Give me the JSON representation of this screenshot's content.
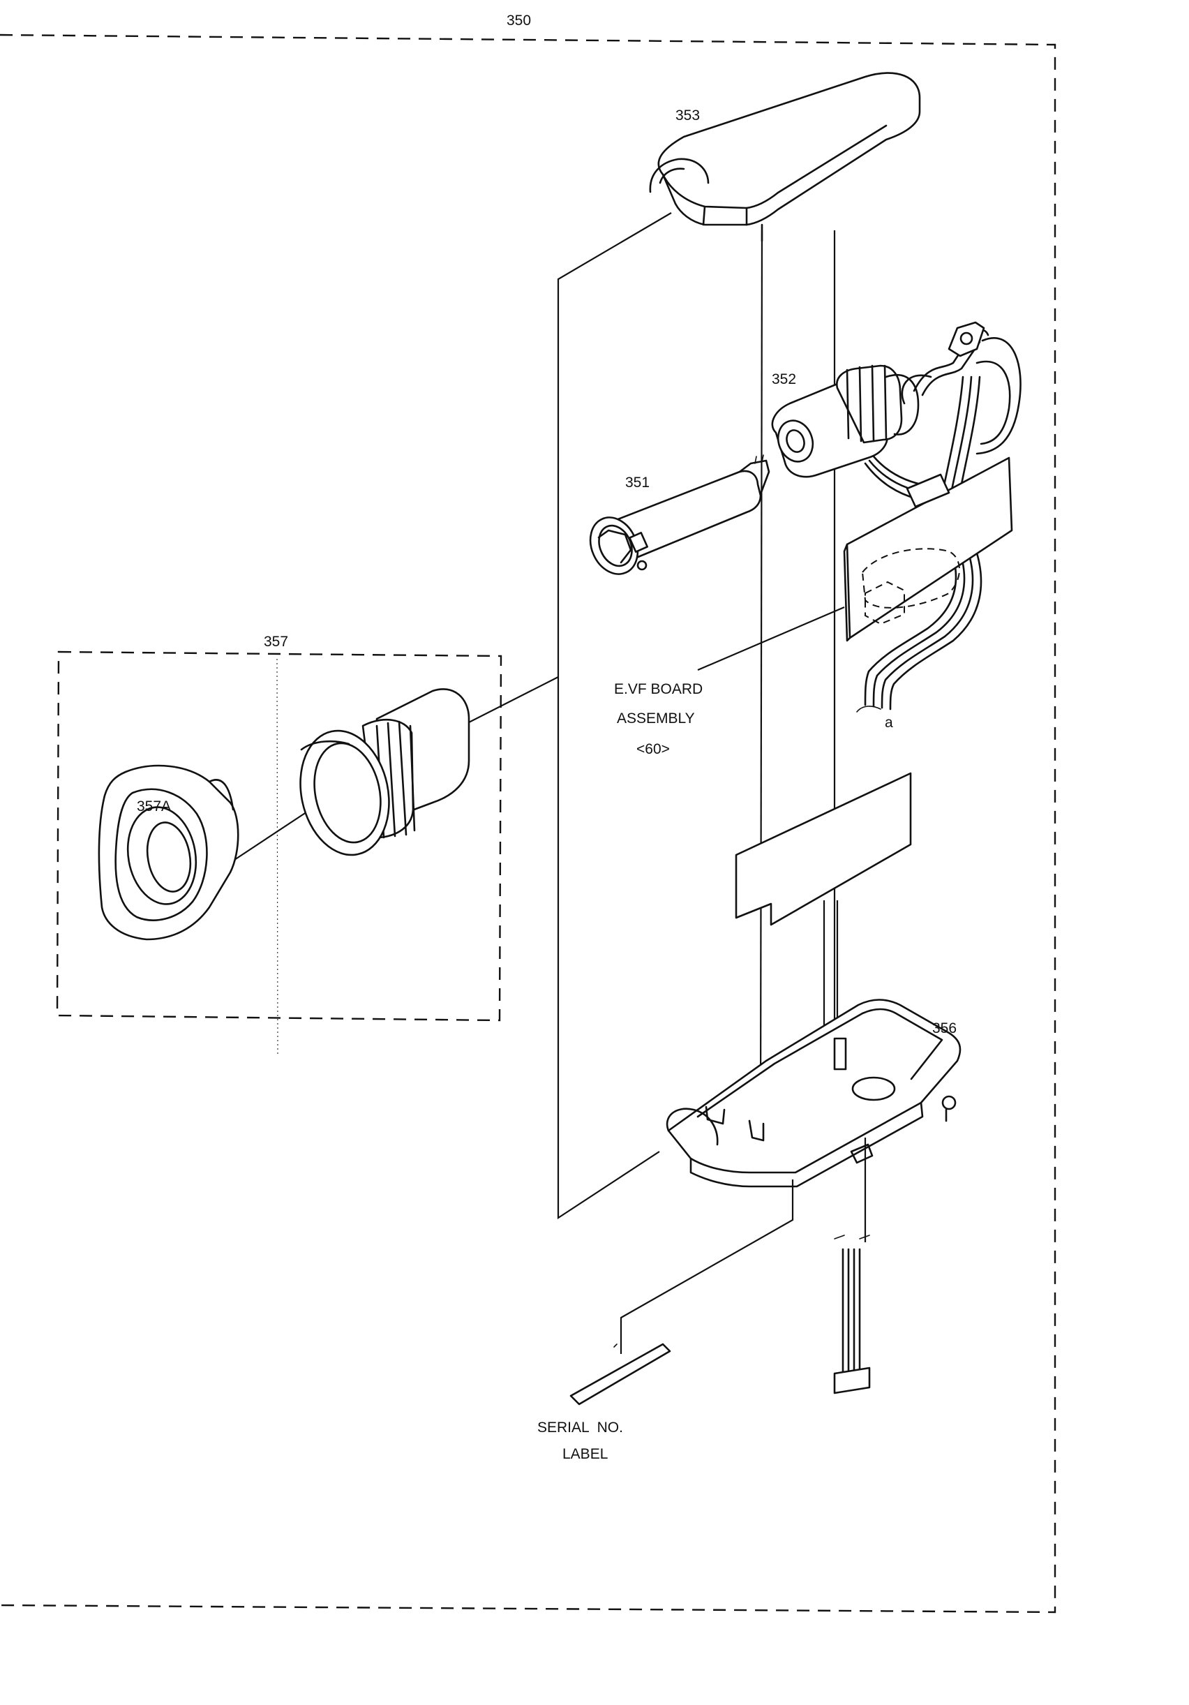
{
  "labels": {
    "assembly": "350",
    "part_351": "351",
    "part_352": "352",
    "part_353": "353",
    "part_356": "356",
    "part_357": "357",
    "part_357a": "357A",
    "board_line1": "E.VF BOARD",
    "board_line2": "ASSEMBLY",
    "board_line3": "<60>",
    "connector_a": "a",
    "serial_line1": "SERIAL  NO.",
    "serial_line2": "LABEL"
  }
}
